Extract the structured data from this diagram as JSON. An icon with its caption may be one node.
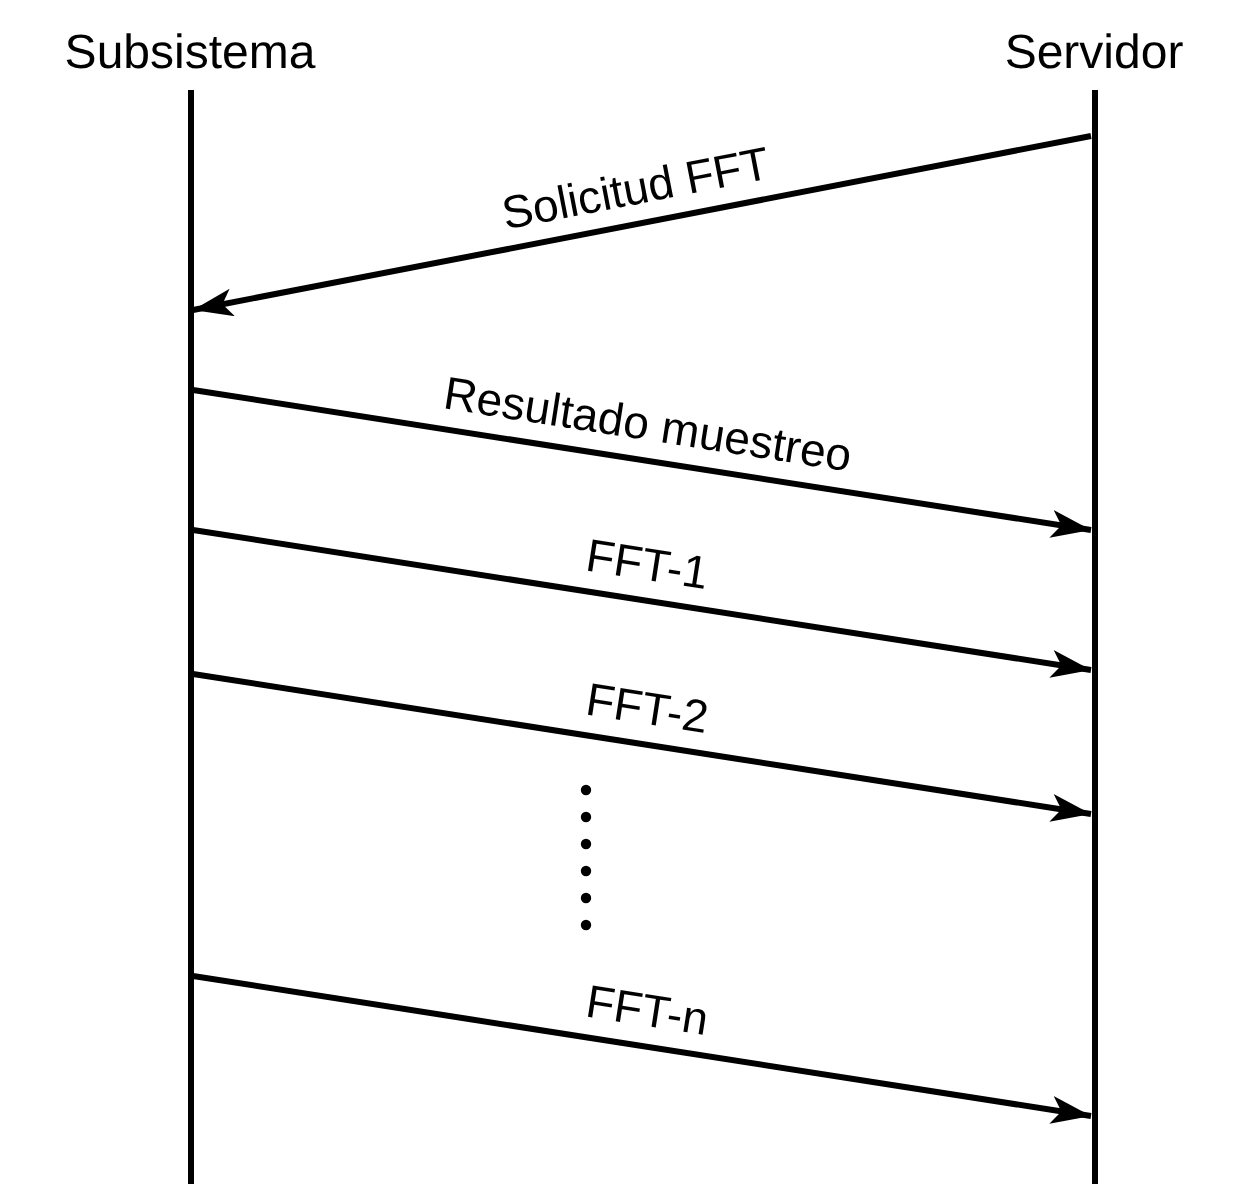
{
  "diagram": {
    "nodes": [
      {
        "text": [
          "Subsistema"
        ]
      },
      {
        "text": [
          "Servidor"
        ]
      }
    ],
    "edges": [
      {
        "from": 1,
        "to": 0,
        "arrow": "to",
        "label": "Solicitud FFT"
      },
      {
        "from": 0,
        "to": 1,
        "arrow": "to",
        "label": "Resultado muestreo"
      },
      {
        "from": 0,
        "to": 1,
        "arrow": "to",
        "label": "FFT-1"
      },
      {
        "from": 0,
        "to": 1,
        "arrow": "to",
        "label": "FFT-2"
      },
      {
        "from": 0,
        "to": 1,
        "arrow": "to",
        "label": "FFT-n"
      }
    ]
  }
}
